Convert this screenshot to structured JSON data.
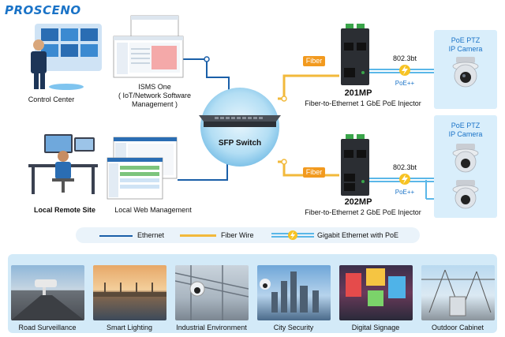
{
  "brand": {
    "logo_text": "PROSCENO"
  },
  "nodes": {
    "control_center": "Control Center",
    "isms": {
      "title": "ISMS One",
      "line2": "( IoT/Network Software",
      "line3": "Management )"
    },
    "sfp_switch": "SFP Switch",
    "local_remote_site": "Local Remote Site",
    "local_web_management": "Local Web Management",
    "injector1": {
      "model": "201MP",
      "desc": "Fiber-to-Ethernet 1 GbE PoE Injector"
    },
    "injector2": {
      "model": "202MP",
      "desc": "Fiber-to-Ethernet 2 GbE PoE Injector"
    }
  },
  "links": {
    "fiber_label": "Fiber",
    "poe_std": "802.3bt",
    "poe_plus": "PoE++"
  },
  "cameras": {
    "title_line1": "PoE PTZ",
    "title_line2": "IP Camera"
  },
  "legend": {
    "ethernet": "Ethernet",
    "fiber_wire": "Fiber Wire",
    "gigabit_poe": "Gigabit Ethernet with PoE"
  },
  "applications": [
    {
      "label": "Road Surveillance"
    },
    {
      "label": "Smart Lighting"
    },
    {
      "label": "Industrial Environment"
    },
    {
      "label": "City Security"
    },
    {
      "label": "Digital Signage"
    },
    {
      "label": "Outdoor Cabinet"
    }
  ],
  "colors": {
    "ethernet": "#1a5fa8",
    "fiber": "#f2b93b",
    "poe": "#5bb7e8",
    "brand": "#1a73c7"
  }
}
